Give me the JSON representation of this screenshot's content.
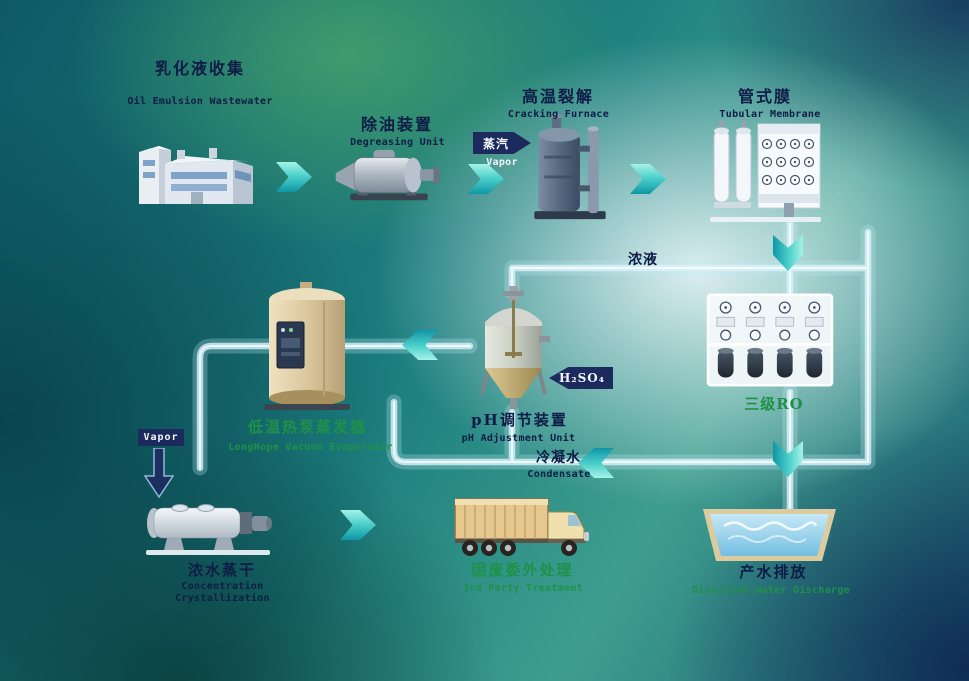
{
  "diagram": {
    "nodes": {
      "collection": {
        "title_zh": "乳化液收集",
        "title_en": "Oil Emulsion Wastewater"
      },
      "degreasing": {
        "title_zh": "除油装置",
        "title_en": "Degreasing Unit"
      },
      "cracking": {
        "title_zh": "高温裂解",
        "title_en": "Cracking Furnace"
      },
      "membrane": {
        "title_zh": "管式膜",
        "title_en": "Tubular Membrane"
      },
      "ro": {
        "title_zh": "三级RO"
      },
      "ph": {
        "title_zh": "pH调节装置",
        "title_en": "pH Adjustment Unit"
      },
      "evaporator": {
        "title_zh": "低温热泵蒸发器",
        "title_en": "LongHope Vacuum Evaporator"
      },
      "crystallization": {
        "title_zh": "浓水蒸干",
        "title_en_line1": "Concentration",
        "title_en_line2": "Crystallization"
      },
      "disposal": {
        "title_zh": "固废委外处理",
        "title_en": "3rd Party Treatment"
      },
      "discharge": {
        "title_zh": "产水排放",
        "title_en": "Distilled Water Discharge"
      }
    },
    "stream_labels": {
      "steam_zh": "蒸汽",
      "steam_en": "Vapor",
      "concentrate": "浓液",
      "acid": "H₂SO₄",
      "condensate_zh": "冷凝水",
      "condensate_en": "Condensate",
      "vapor": "Vapor"
    },
    "colors": {
      "arrow_teal": "#2fc2c8",
      "label_dark": "#0e1c46",
      "label_green": "#1f9148",
      "pipe": "#d9f3fb",
      "tag_navy": "#1c2a5e"
    }
  }
}
